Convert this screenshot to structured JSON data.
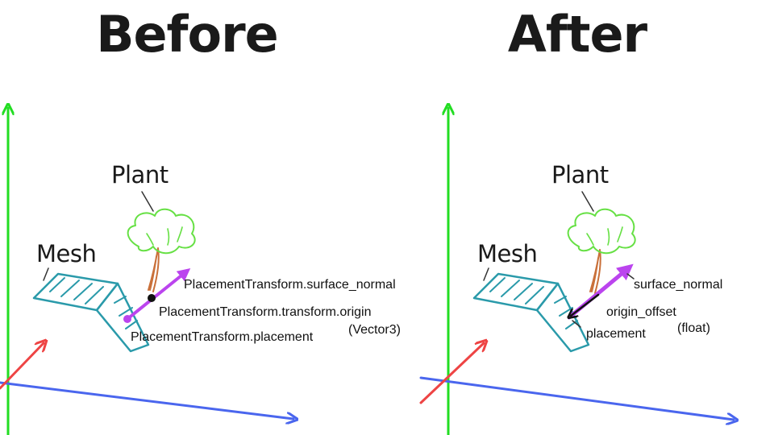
{
  "colors": {
    "y_axis": "#22dd22",
    "x_axis": "#4a66ee",
    "z_axis": "#ee4444",
    "mesh": "#2a9aaa",
    "plant_leaves": "#66e044",
    "plant_stem": "#c9703a",
    "vector": "#bb44ee",
    "dot": "#111111"
  },
  "before": {
    "title": "Before",
    "plant_label": "Plant",
    "mesh_label": "Mesh",
    "surface_normal_label": "PlacementTransform.surface_normal",
    "origin_label": "PlacementTransform.transform.origin",
    "origin_type": "(Vector3)",
    "placement_label": "PlacementTransform.placement"
  },
  "after": {
    "title": "After",
    "plant_label": "Plant",
    "mesh_label": "Mesh",
    "surface_normal_label": "surface_normal",
    "origin_offset_label": "origin_offset",
    "origin_offset_type": "(float)",
    "placement_label": "placement"
  }
}
